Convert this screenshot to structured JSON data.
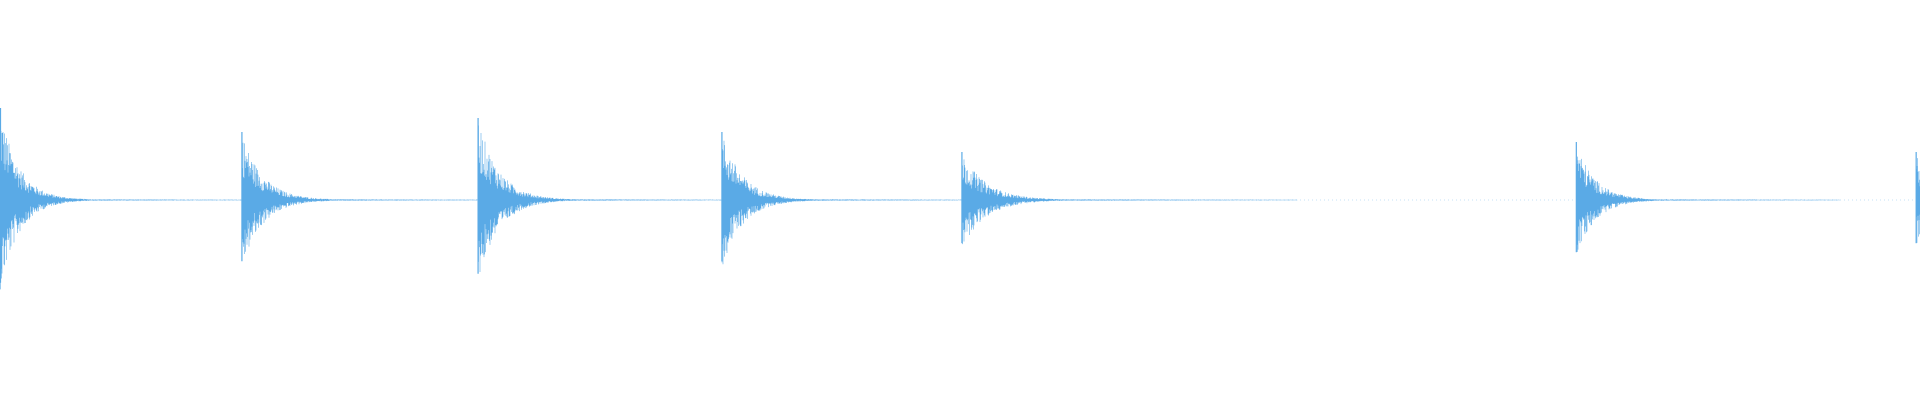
{
  "waveform": {
    "color": "#5aaae6",
    "background": "#ffffff",
    "onsets": [
      {
        "time_fraction": 0.0,
        "peak": 0.46,
        "decay": 0.11
      },
      {
        "time_fraction": 0.126,
        "peak": 0.34,
        "decay": 0.12
      },
      {
        "time_fraction": 0.249,
        "peak": 0.41,
        "decay": 0.12
      },
      {
        "time_fraction": 0.376,
        "peak": 0.34,
        "decay": 0.12
      },
      {
        "time_fraction": 0.501,
        "peak": 0.24,
        "decay": 0.14
      },
      {
        "time_fraction": 0.821,
        "peak": 0.29,
        "decay": 0.11
      },
      {
        "time_fraction": 0.998,
        "peak": 0.24,
        "decay": 0.06
      }
    ]
  }
}
